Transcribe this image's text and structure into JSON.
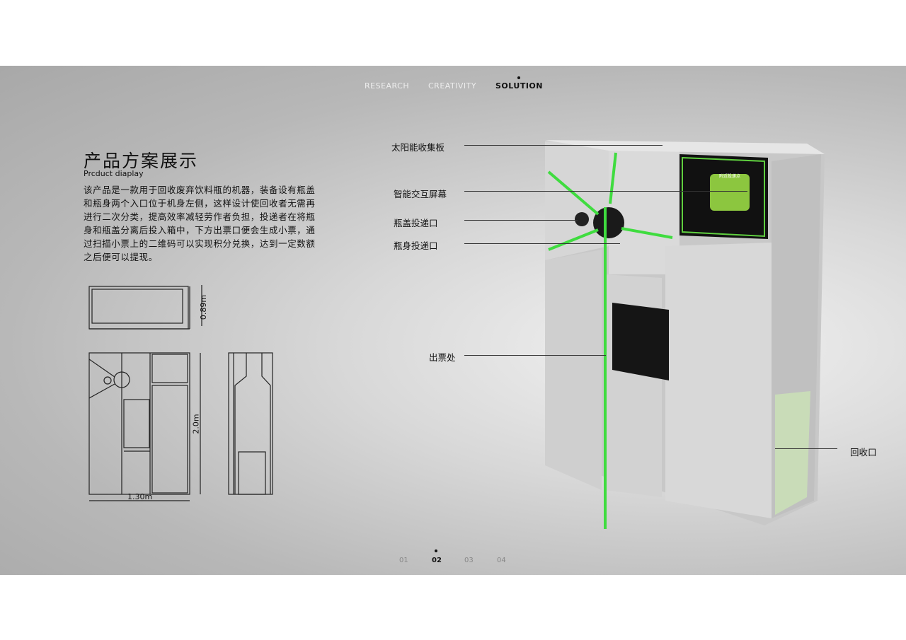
{
  "nav": {
    "items": [
      "RESEARCH",
      "CREATIVITY",
      "SOLUTION"
    ],
    "active": "SOLUTION"
  },
  "heading": {
    "title": "产品方案展示",
    "subtitle": "Prcduct diaplay"
  },
  "description": "该产品是一款用于回收废弃饮料瓶的机器，装备设有瓶盖和瓶身两个入口位于机身左侧，这样设计使回收者无需再进行二次分类，提高效率减轻劳作者负担，投递者在将瓶身和瓶盖分离后投入箱中，下方出票口便会生成小票，通过扫描小票上的二维码可以实现积分兑换，达到一定数额之后便可以提现。",
  "dimensions": {
    "depth": "0.89m",
    "height": "2.0m",
    "width": "1.30m"
  },
  "callouts": {
    "solar": "太阳能收集板",
    "screen": "智能交互屏幕",
    "cap": "瓶盖投递口",
    "bottle": "瓶身投递口",
    "ticket": "出票处",
    "recycle": "回收口"
  },
  "screen": {
    "button": "附近投递点",
    "icons": [
      "back-icon",
      "recycle-icon",
      "location-map-icon",
      "home-icon"
    ]
  },
  "pagination": {
    "pages": [
      "01",
      "02",
      "03",
      "04"
    ],
    "active": "02"
  },
  "colors": {
    "accent": "#3fdc3f",
    "screen_button": "#8cc63f"
  }
}
